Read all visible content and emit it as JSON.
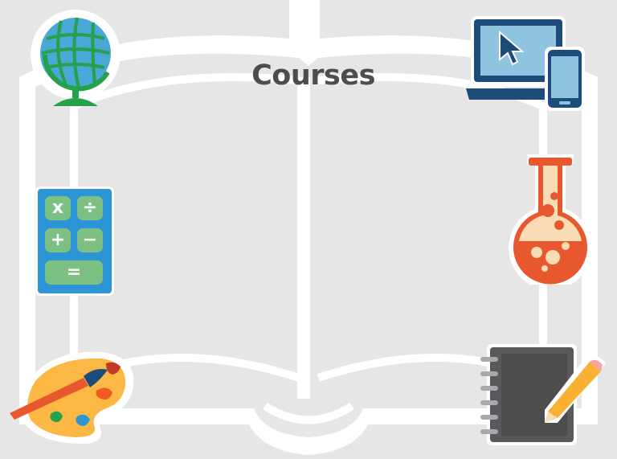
{
  "page": {
    "title": "Courses"
  },
  "colors": {
    "background": "#e6e6e7",
    "book_outline": "#ffffff",
    "book_page": "#e6e6e7",
    "title_text": "#4d4d4f",
    "globe_blue": "#4aa7d6",
    "globe_green": "#24a14a",
    "laptop_navy": "#1e4c7a",
    "laptop_screen": "#8ec4e0",
    "calculator_blue": "#2b95d6",
    "calculator_key": "#7cc083",
    "flask_orange": "#e8582e",
    "flask_cream": "#f9dcb3",
    "palette_yellow": "#fbb845",
    "notebook_gray": "#58595b",
    "pencil_yellow": "#f8b133"
  },
  "icons": [
    {
      "name": "globe-icon",
      "subject": "geography"
    },
    {
      "name": "laptop-phone-icon",
      "subject": "computers"
    },
    {
      "name": "calculator-icon",
      "subject": "math"
    },
    {
      "name": "flask-icon",
      "subject": "science"
    },
    {
      "name": "paint-palette-icon",
      "subject": "art"
    },
    {
      "name": "notebook-pencil-icon",
      "subject": "writing"
    }
  ],
  "calculator": {
    "keys": [
      "x",
      "÷",
      "+",
      "−",
      "="
    ]
  }
}
